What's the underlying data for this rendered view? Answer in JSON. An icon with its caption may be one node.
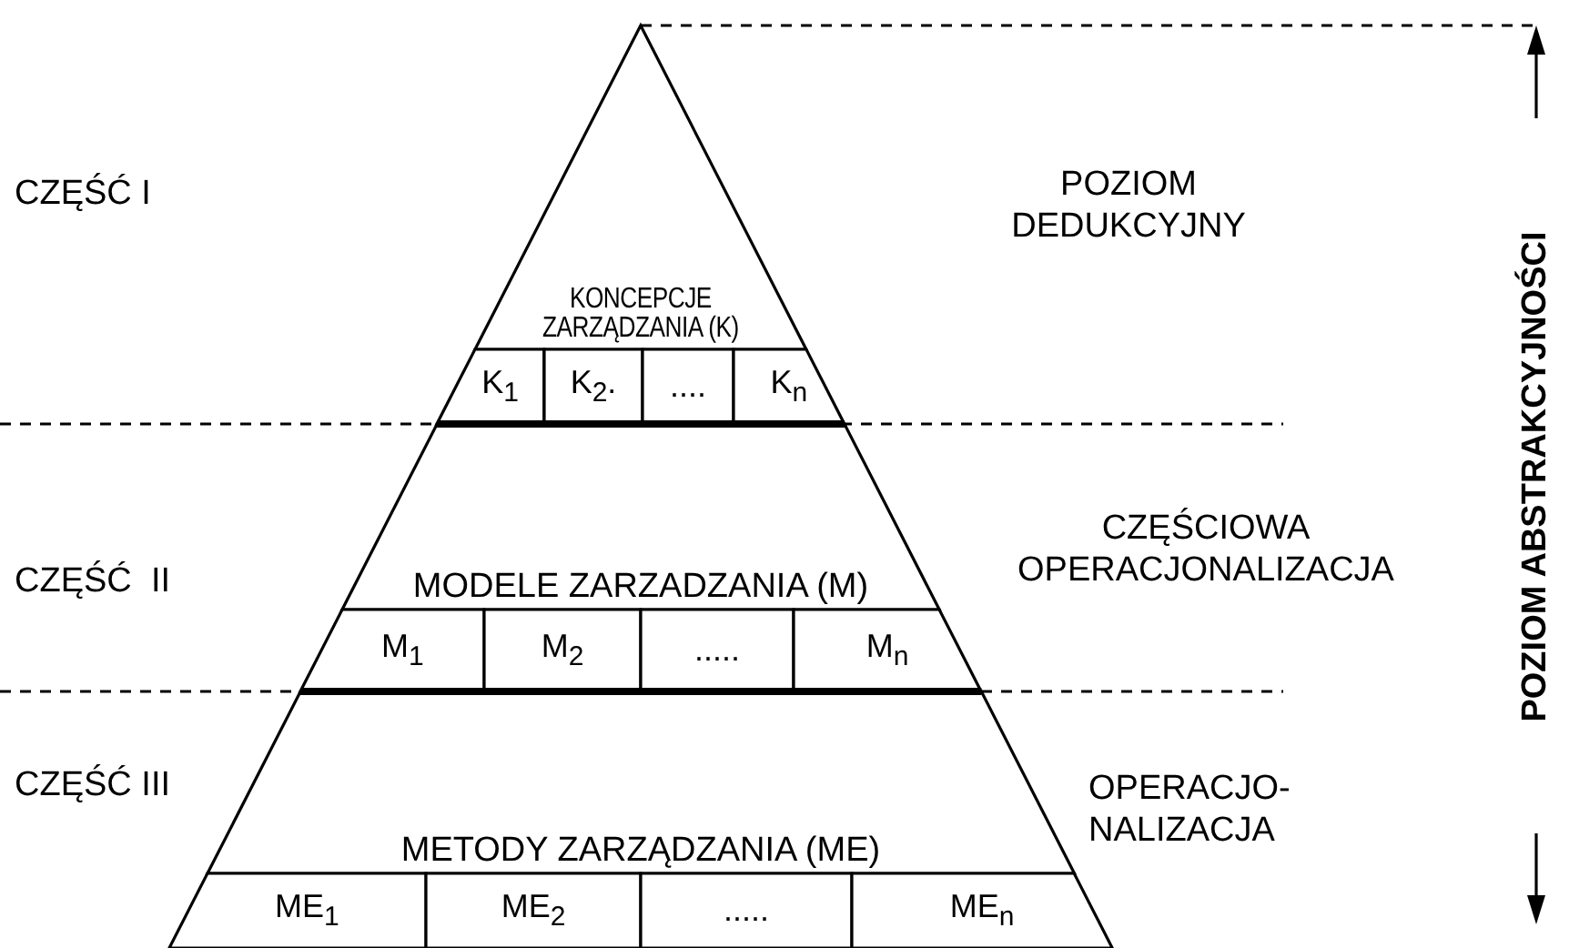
{
  "diagram": {
    "nodes": [
      {
        "text": [
          "KONCEPCJE ZARZĄDZANIA (K)"
        ]
      },
      {
        "text": [
          "K$_{1}$"
        ]
      },
      {
        "text": [
          "K$_{2}$."
        ]
      },
      {
        "text": [
          "...."
        ]
      },
      {
        "text": [
          "K$_{n}$"
        ]
      },
      {
        "text": [
          "MODELE ZARZADZANIA (M)"
        ]
      },
      {
        "text": [
          "M$_{1}$"
        ]
      },
      {
        "text": [
          "M$_{2}$"
        ]
      },
      {
        "text": [
          "....."
        ]
      },
      {
        "text": [
          "M$_{n}$"
        ]
      },
      {
        "text": [
          "METODY ZARZĄDZANIA (ME)"
        ]
      },
      {
        "text": [
          "ME$_{1}$"
        ]
      },
      {
        "text": [
          "ME$_{2}$"
        ]
      },
      {
        "text": [
          "....."
        ]
      },
      {
        "text": [
          "ME$_{n}$"
        ]
      }
    ],
    "labels": [
      "CZĘŚĆ I",
      "POZIOM DEDUKCYJNY",
      "CZĘŚCIOWA OPERACJONALIZACJA",
      "CZĘŚĆ  II",
      "CZĘŚĆ III",
      "OPERACJO- NALIZACJA",
      "POZIOM ABSTRAKCYJNOŚCI"
    ]
  }
}
